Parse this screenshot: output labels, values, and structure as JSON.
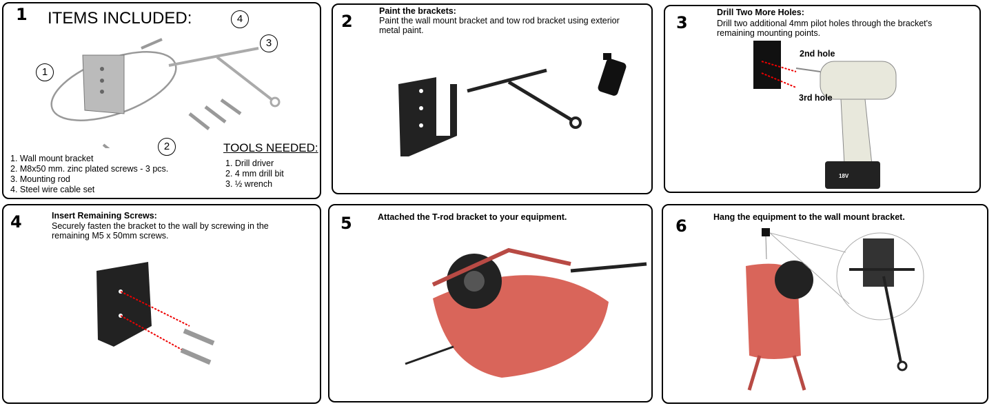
{
  "panels": [
    {
      "number": "1",
      "title": "ITEMS INCLUDED:",
      "callouts": [
        "1",
        "2",
        "3",
        "4"
      ],
      "items": [
        "1. Wall mount bracket",
        "2. M8x50 mm. zinc plated screws - 3 pcs.",
        "3. Mounting rod",
        "4. Steel wire cable set"
      ],
      "tools_title": "TOOLS NEEDED:",
      "tools": [
        "1. Drill driver",
        "2. 4 mm drill bit",
        "3. ½ wrench"
      ]
    },
    {
      "number": "2",
      "title": "Paint the brackets:",
      "text": "Paint the wall mount bracket and tow rod bracket using exterior metal paint."
    },
    {
      "number": "3",
      "title": "Drill Two More Holes:",
      "text": "Drill two additional 4mm pilot holes through the bracket's remaining mounting points.",
      "label_2nd": "2nd hole",
      "label_3rd": "3rd hole",
      "battery": "18V"
    },
    {
      "number": "4",
      "title": "Insert Remaining Screws:",
      "text": "Securely fasten the bracket to the wall by screwing in the remaining M5 x 50mm screws."
    },
    {
      "number": "5",
      "title": "Attached the T-rod bracket to your equipment."
    },
    {
      "number": "6",
      "title": "Hang the equipment to the wall mount bracket."
    }
  ]
}
